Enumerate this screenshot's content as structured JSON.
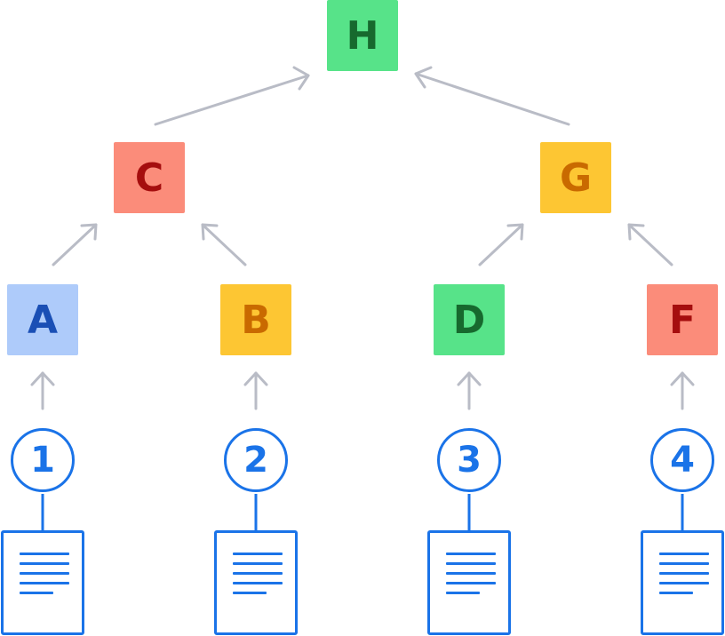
{
  "colors": {
    "accent_blue": "#1a73e8",
    "arrow_gray": "#b9bcc6",
    "green_fill": "#57e389",
    "green_text": "#17692e",
    "red_fill": "#fb8c7a",
    "red_text": "#a50e0e",
    "yellow_fill": "#fdc633",
    "yellow_text": "#c96a00",
    "blue_fill": "#aecbfa",
    "blue_text": "#1a4fb5"
  },
  "nodes": {
    "h": "H",
    "c": "C",
    "g": "G",
    "a": "A",
    "b": "B",
    "d": "D",
    "f": "F"
  },
  "leaves": [
    "1",
    "2",
    "3",
    "4"
  ],
  "icons": {
    "document": "document-icon"
  }
}
